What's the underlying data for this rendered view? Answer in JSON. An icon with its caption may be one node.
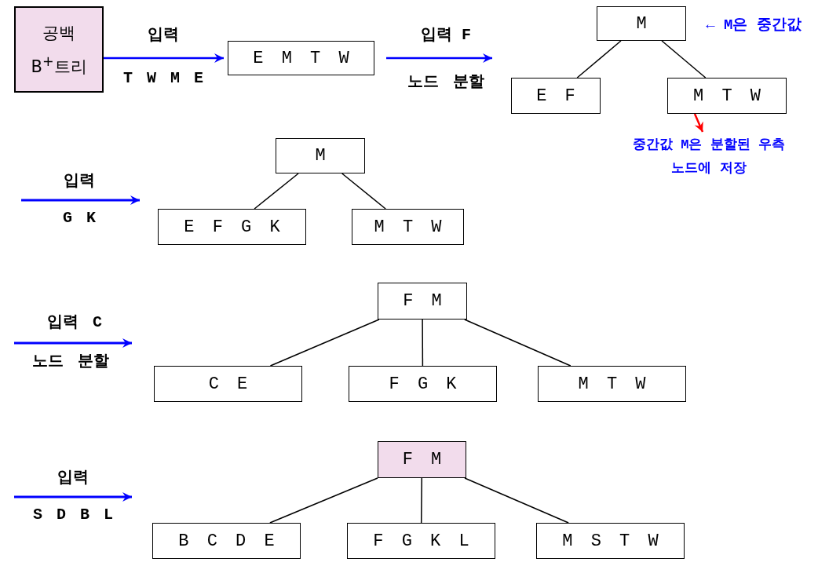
{
  "diagram": {
    "nodes": [
      {
        "text": [
          "공백 B$^{+}$트리"
        ]
      },
      {
        "text": [
          "E M T W"
        ]
      },
      {
        "text": [
          "M"
        ],
        "beside": [
          "← M은 중간값"
        ]
      },
      {
        "text": [
          "E F"
        ]
      },
      {
        "text": [
          "M T W"
        ]
      },
      {
        "text": [
          "M"
        ]
      },
      {
        "text": [
          "E F G K"
        ]
      },
      {
        "text": [
          "M T W"
        ]
      },
      {
        "text": [
          "F M"
        ]
      },
      {
        "text": [
          "C E"
        ]
      },
      {
        "text": [
          "F G K"
        ]
      },
      {
        "text": [
          "M T W"
        ]
      },
      {
        "text": [
          "F M"
        ]
      },
      {
        "text": [
          "B C D E"
        ]
      },
      {
        "text": [
          "F G K L"
        ]
      },
      {
        "text": [
          "M S T W"
        ]
      },
      {
        "text": [
          "중간값 M은 분할된 우측노드에 저장"
        ]
      }
    ],
    "edges": [
      {
        "from": 0,
        "to": 1,
        "arrow": "to",
        "label": "입력",
        "color": "#0000ff"
      },
      {
        "from": 1,
        "to": null,
        "arrow": "to",
        "label": "입력 F",
        "color": "#0000ff"
      },
      {
        "from": 2,
        "to": 3,
        "arrow": "none"
      },
      {
        "from": 2,
        "to": 4,
        "arrow": "none"
      },
      {
        "from": 4,
        "to": 16,
        "arrow": "to",
        "color": "#ff0000"
      },
      {
        "from": 5,
        "to": 6,
        "arrow": "none"
      },
      {
        "from": 5,
        "to": 7,
        "arrow": "none"
      },
      {
        "from": 8,
        "to": 9,
        "arrow": "none"
      },
      {
        "from": 8,
        "to": 10,
        "arrow": "none"
      },
      {
        "from": 8,
        "to": 11,
        "arrow": "none"
      },
      {
        "from": 12,
        "to": 13,
        "arrow": "none"
      },
      {
        "from": 12,
        "to": 14,
        "arrow": "none"
      },
      {
        "from": 12,
        "to": 15,
        "arrow": "none"
      }
    ],
    "labels": [
      "T W M E",
      "노드 분할",
      "입력",
      "G K",
      "입력 C",
      "노드 분할",
      "입력",
      "S D B L"
    ]
  }
}
